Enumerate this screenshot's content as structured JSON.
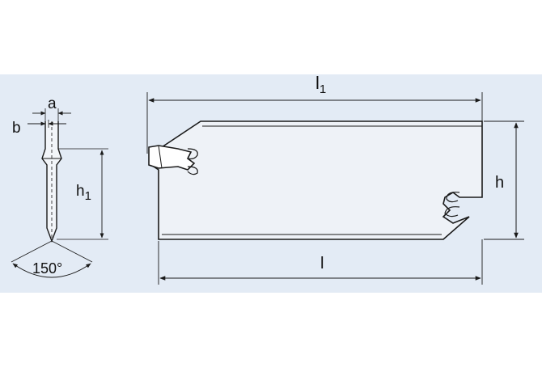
{
  "colors": {
    "background": "#e3ebf5",
    "line": "#1a1a1a",
    "part_fill": "#e8edf4"
  },
  "labels": {
    "a": "a",
    "b": "b",
    "h1": "h1",
    "angle": "150°",
    "l1": "l1",
    "l": "l",
    "h": "h"
  }
}
